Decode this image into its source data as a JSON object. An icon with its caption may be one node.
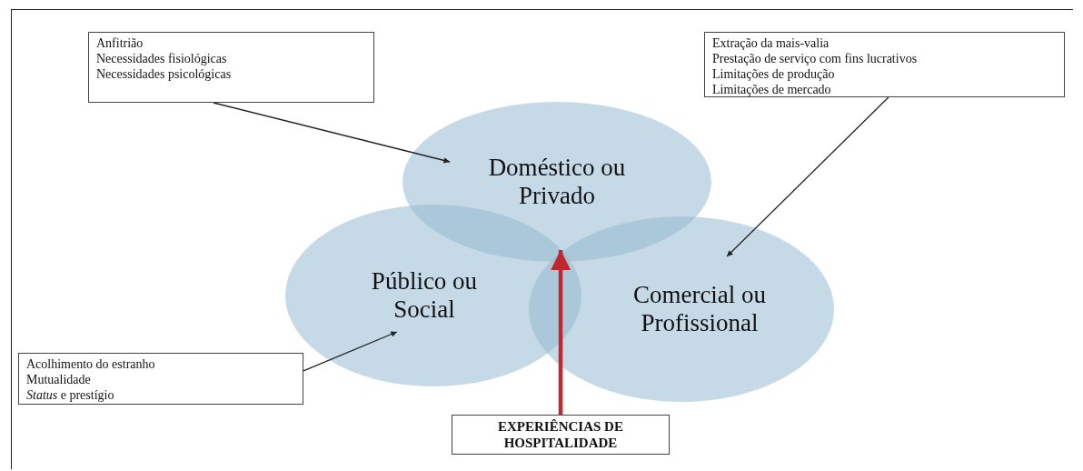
{
  "diagram": {
    "nodes": [
      {
        "text": [
          "Anfitrião",
          "Necessidades fisiológicas",
          "Necessidades psicológicas"
        ]
      },
      {
        "text": [
          "Extração da mais-valia",
          "Prestação de serviço com fins lucrativos",
          "Limitações de produção",
          "Limitações de mercado"
        ]
      },
      {
        "text": [
          "Doméstico ou Privado"
        ]
      },
      {
        "text": [
          "Público ou Social"
        ]
      },
      {
        "text": [
          "Comercial ou Profissional"
        ]
      },
      {
        "text": [
          "Acolhimento do estranho",
          "Mutualidade",
          "*Status* e prestígio"
        ]
      },
      {
        "text": [
          "EXPERIÊNCIAS DE HOSPITALIDADE"
        ]
      }
    ],
    "edges": [
      {
        "from": 0,
        "to": 2,
        "arrow": "to"
      },
      {
        "from": 1,
        "to": 4,
        "arrow": "to"
      },
      {
        "from": 5,
        "to": 3,
        "arrow": "to"
      },
      {
        "from": 6,
        "to": 2,
        "arrow": "to",
        "style": "thick",
        "color": "#c0282d"
      }
    ]
  }
}
